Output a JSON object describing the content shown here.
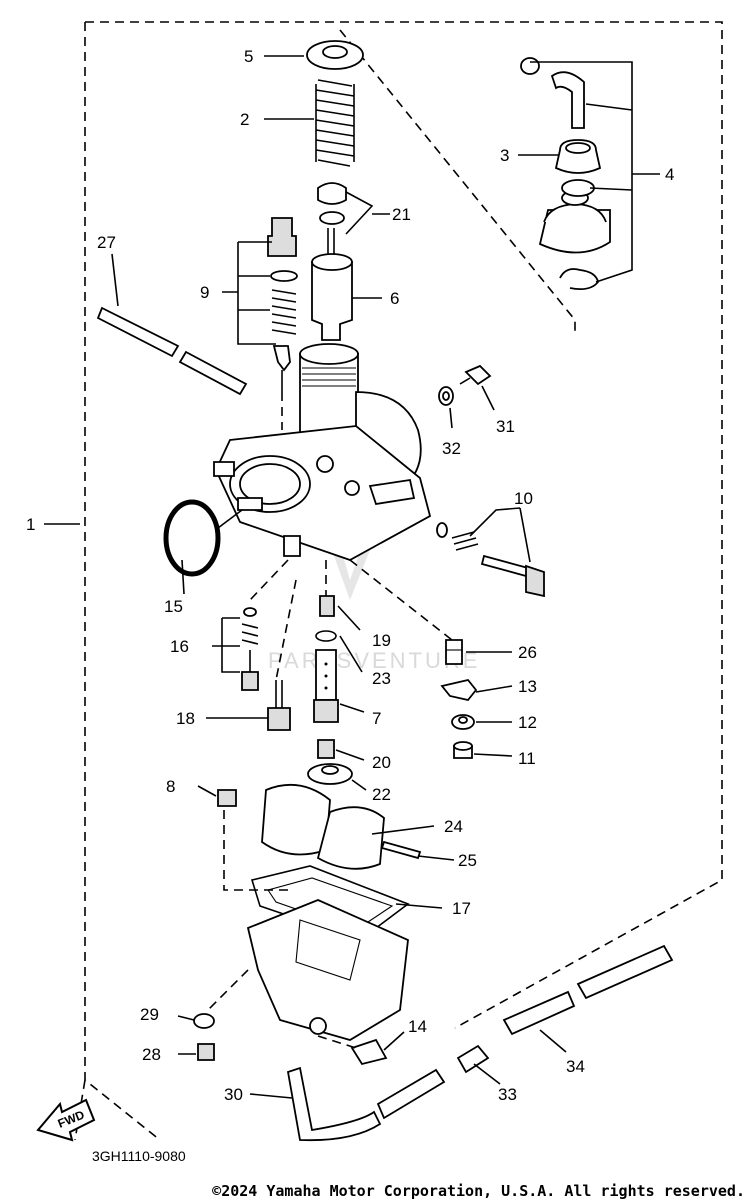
{
  "labels": {
    "p1": "1",
    "p2": "2",
    "p3": "3",
    "p4": "4",
    "p5": "5",
    "p6": "6",
    "p7": "7",
    "p8": "8",
    "p9": "9",
    "p10": "10",
    "p11": "11",
    "p12": "12",
    "p13": "13",
    "p14": "14",
    "p15": "15",
    "p16": "16",
    "p17": "17",
    "p18": "18",
    "p19": "19",
    "p20": "20",
    "p21": "21",
    "p22": "22",
    "p23": "23",
    "p24": "24",
    "p25": "25",
    "p26": "26",
    "p27": "27",
    "p28": "28",
    "p29": "29",
    "p30": "30",
    "p31": "31",
    "p32": "32",
    "p33": "33",
    "p34": "34"
  },
  "diagram_code": "3GH1110-9080",
  "fwd_label": "FWD",
  "watermark": "PARTSVENTURE",
  "copyright": "©2024 Yamaha Motor Corporation, U.S.A. All rights reserved."
}
